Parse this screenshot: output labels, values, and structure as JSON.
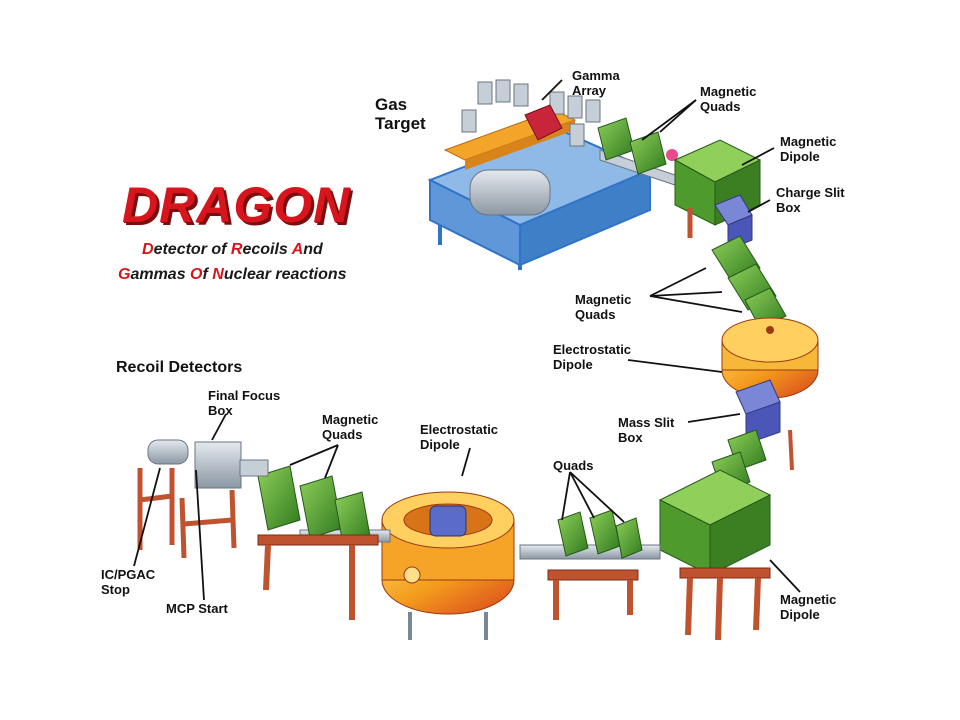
{
  "title": "DRAGON",
  "subtitle": {
    "line1": [
      {
        "cap": "D",
        "rest": "etector of "
      },
      {
        "cap": "R",
        "rest": "ecoils "
      },
      {
        "cap": "A",
        "rest": "nd"
      }
    ],
    "line2": [
      {
        "cap": "G",
        "rest": "ammas "
      },
      {
        "cap": "O",
        "rest": "f "
      },
      {
        "cap": "N",
        "rest": "uclear reactions"
      }
    ]
  },
  "labels": {
    "gas_target": "Gas\nTarget",
    "gamma_array": "Gamma\nArray",
    "magnetic_quads_1": "Magnetic\nQuads",
    "magnetic_dipole_1": "Magnetic\nDipole",
    "charge_slit_box": "Charge Slit\nBox",
    "magnetic_quads_2": "Magnetic\nQuads",
    "electrostatic_dipole_1": "Electrostatic\nDipole",
    "mass_slit_box": "Mass Slit\nBox",
    "recoil_detectors": "Recoil Detectors",
    "final_focus_box": "Final Focus\nBox",
    "magnetic_quads_3": "Magnetic\nQuads",
    "electrostatic_dipole_2": "Electrostatic\nDipole",
    "quads": "Quads",
    "ic_pgac_stop": "IC/PGAC\nStop",
    "mcp_start": "MCP Start",
    "magnetic_dipole_2": "Magnetic\nDipole"
  },
  "colors": {
    "title_red": "#d8141c",
    "stand_red": "#c0532f",
    "magnet_green": "#4f9a2c",
    "dipole_orange": "#f0a020",
    "frame_blue": "#2f74c9",
    "gray": "#aab4bd"
  }
}
